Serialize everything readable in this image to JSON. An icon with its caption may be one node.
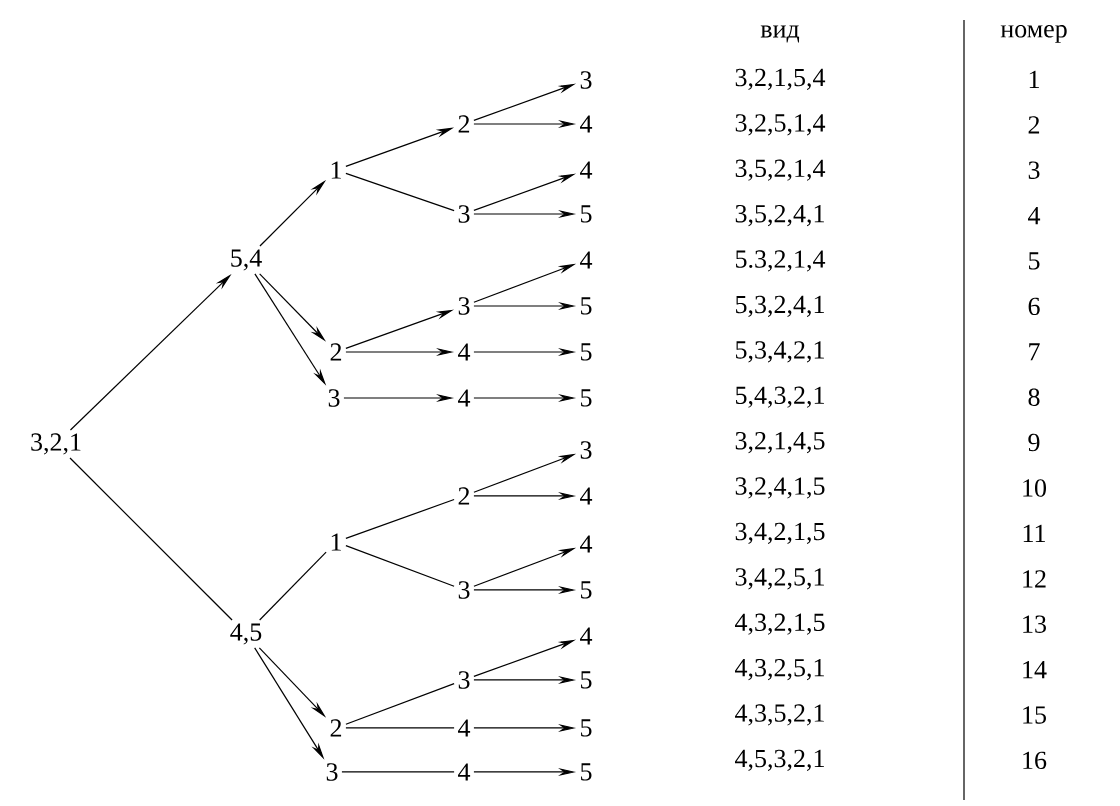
{
  "diagram": {
    "nodes": [
      {
        "text": [
          "3,2,1"
        ]
      },
      {
        "text": [
          "5,4"
        ]
      },
      {
        "text": [
          "1"
        ]
      },
      {
        "text": [
          "2"
        ]
      },
      {
        "text": [
          "3"
        ]
      },
      {
        "text": [
          "4"
        ]
      },
      {
        "text": [
          "3"
        ]
      },
      {
        "text": [
          "4"
        ]
      },
      {
        "text": [
          "5"
        ]
      },
      {
        "text": [
          "2"
        ]
      },
      {
        "text": [
          "3"
        ]
      },
      {
        "text": [
          "4"
        ]
      },
      {
        "text": [
          "5"
        ]
      },
      {
        "text": [
          "4"
        ]
      },
      {
        "text": [
          "5"
        ]
      },
      {
        "text": [
          "3"
        ]
      },
      {
        "text": [
          "4"
        ]
      },
      {
        "text": [
          "5"
        ]
      },
      {
        "text": [
          "4,5"
        ]
      },
      {
        "text": [
          "1"
        ]
      },
      {
        "text": [
          "2"
        ]
      },
      {
        "text": [
          "3"
        ]
      },
      {
        "text": [
          "4"
        ]
      },
      {
        "text": [
          "3"
        ]
      },
      {
        "text": [
          "4"
        ]
      },
      {
        "text": [
          "5"
        ]
      },
      {
        "text": [
          "2"
        ]
      },
      {
        "text": [
          "3"
        ]
      },
      {
        "text": [
          "4"
        ]
      },
      {
        "text": [
          "5"
        ]
      },
      {
        "text": [
          "4"
        ]
      },
      {
        "text": [
          "5"
        ]
      },
      {
        "text": [
          "3"
        ]
      },
      {
        "text": [
          "4"
        ]
      },
      {
        "text": [
          "5"
        ]
      }
    ],
    "edges": [
      {
        "from": 0,
        "to": 1,
        "arrow": "to"
      },
      {
        "from": 0,
        "to": 18,
        "arrow": "none"
      },
      {
        "from": 1,
        "to": 2,
        "arrow": "to"
      },
      {
        "from": 2,
        "to": 3,
        "arrow": "to"
      },
      {
        "from": 2,
        "to": 6,
        "arrow": "none"
      },
      {
        "from": 3,
        "to": 4,
        "arrow": "to"
      },
      {
        "from": 3,
        "to": 5,
        "arrow": "to"
      },
      {
        "from": 6,
        "to": 7,
        "arrow": "to"
      },
      {
        "from": 6,
        "to": 8,
        "arrow": "to"
      },
      {
        "from": 1,
        "to": 9,
        "arrow": "to"
      },
      {
        "from": 1,
        "to": 15,
        "arrow": "to"
      },
      {
        "from": 9,
        "to": 10,
        "arrow": "to"
      },
      {
        "from": 9,
        "to": 13,
        "arrow": "to"
      },
      {
        "from": 10,
        "to": 11,
        "arrow": "to"
      },
      {
        "from": 10,
        "to": 12,
        "arrow": "to"
      },
      {
        "from": 13,
        "to": 14,
        "arrow": "to"
      },
      {
        "from": 15,
        "to": 16,
        "arrow": "to"
      },
      {
        "from": 16,
        "to": 17,
        "arrow": "to"
      },
      {
        "from": 18,
        "to": 19,
        "arrow": "none"
      },
      {
        "from": 19,
        "to": 20,
        "arrow": "none"
      },
      {
        "from": 19,
        "to": 23,
        "arrow": "none"
      },
      {
        "from": 20,
        "to": 21,
        "arrow": "to"
      },
      {
        "from": 20,
        "to": 22,
        "arrow": "to"
      },
      {
        "from": 23,
        "to": 24,
        "arrow": "to"
      },
      {
        "from": 23,
        "to": 25,
        "arrow": "to"
      },
      {
        "from": 18,
        "to": 26,
        "arrow": "to"
      },
      {
        "from": 18,
        "to": 32,
        "arrow": "to"
      },
      {
        "from": 26,
        "to": 27,
        "arrow": "none"
      },
      {
        "from": 26,
        "to": 30,
        "arrow": "none"
      },
      {
        "from": 27,
        "to": 28,
        "arrow": "to"
      },
      {
        "from": 27,
        "to": 29,
        "arrow": "to"
      },
      {
        "from": 30,
        "to": 31,
        "arrow": "to"
      },
      {
        "from": 32,
        "to": 33,
        "arrow": "none"
      },
      {
        "from": 33,
        "to": 34,
        "arrow": "to"
      }
    ],
    "labels": [
      "вид",
      "номер",
      "3,2,1,5,4",
      "1",
      "3,2,5,1,4",
      "2",
      "3,5,2,1,4",
      "3",
      "3,5,2,4,1",
      "4",
      "5.3,2,1,4",
      "5",
      "5,3,2,4,1",
      "6",
      "5,3,4,2,1",
      "7",
      "5,4,3,2,1",
      "8",
      "3,2,1,4,5",
      "9",
      "3,2,4,1,5",
      "10",
      "3,4,2,1,5",
      "11",
      "3,4,2,5,1",
      "12",
      "4,3,2,1,5",
      "13",
      "4,3,2,5,1",
      "14",
      "4,3,5,2,1",
      "15",
      "4,5,3,2,1",
      "16"
    ]
  }
}
